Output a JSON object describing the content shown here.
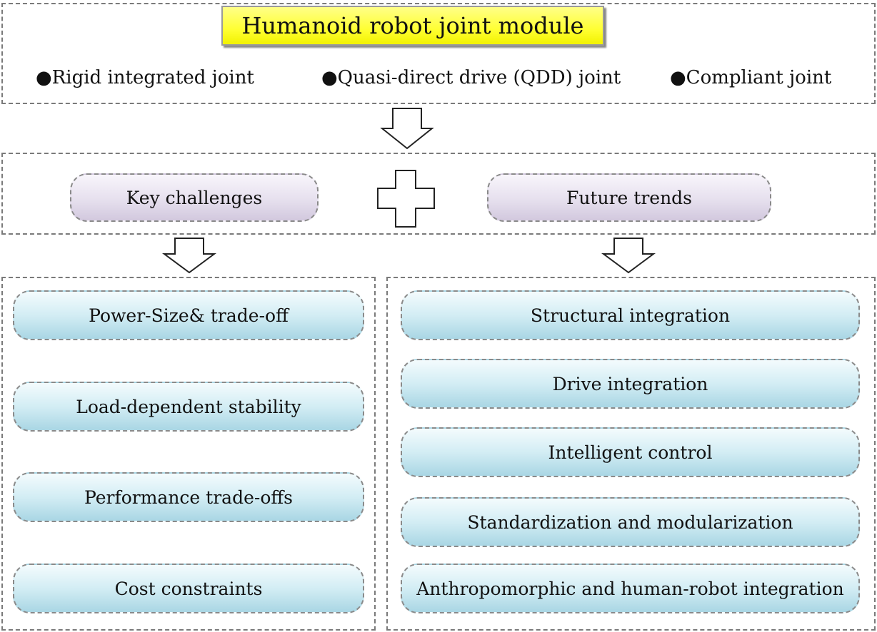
{
  "top": {
    "title": "Humanoid robot joint module",
    "types": [
      "●Rigid integrated joint",
      "●Quasi-direct drive (QDD) joint",
      "●Compliant joint"
    ]
  },
  "middle": {
    "challenges_label": "Key challenges",
    "trends_label": "Future trends"
  },
  "challenges": [
    "Power-Size& trade-off",
    "Load-dependent stability",
    "Performance trade-offs",
    "Cost constraints"
  ],
  "trends": [
    "Structural integration",
    "Drive integration",
    "Intelligent control",
    "Standardization and modularization",
    "Anthropomorphic and human-robot integration"
  ]
}
